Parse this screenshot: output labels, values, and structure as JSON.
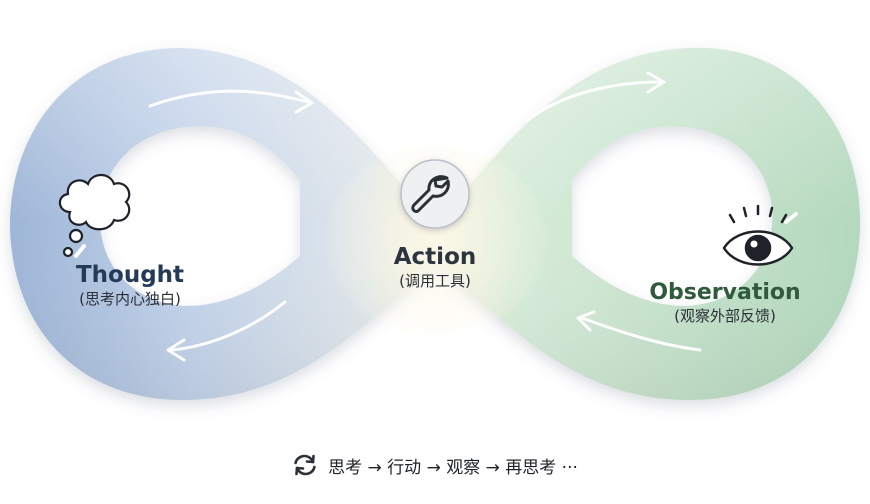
{
  "thought": {
    "title": "Thought",
    "subtitle": "(思考内心独白)",
    "icon": "thought-bubble-icon",
    "color": "#aec2de"
  },
  "action": {
    "title": "Action",
    "subtitle": "(调用工具)",
    "icon": "wrench-icon",
    "color": "#ecebcf"
  },
  "observation": {
    "title": "Observation",
    "subtitle": "(观察外部反馈)",
    "icon": "eye-icon",
    "color": "#b9dcc2"
  },
  "caption": {
    "icon": "refresh-icon",
    "text": "思考 → 行动 → 观察 → 再思考 ···"
  }
}
